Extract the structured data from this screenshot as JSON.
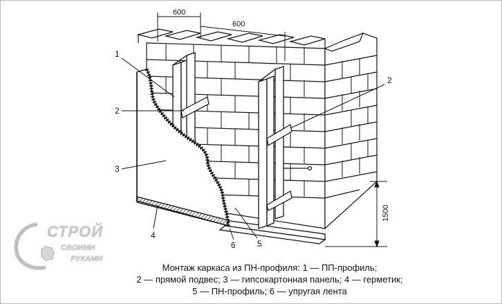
{
  "dimensions": {
    "top_left": "600",
    "top_right": "600",
    "height": "1500"
  },
  "callouts": [
    "1",
    "2",
    "2",
    "3",
    "4",
    "5",
    "6"
  ],
  "caption": {
    "line1": "Монтаж каркаса из ПН-профиля: 1 — ПП-профиль;",
    "line2": "2 — прямой подвес; 3 — гипсокартонная панель; 4 — герметик;",
    "line3": "5 — ПН-профиль; 6 — упругая лента"
  },
  "logo": {
    "line1": "СТРОЙ",
    "line2": "СВОИМИ",
    "line3": "РУКАМИ"
  },
  "colors": {
    "ink": "#111111",
    "frame": "#b8b8b8",
    "watermark": "#c9c9c9"
  }
}
